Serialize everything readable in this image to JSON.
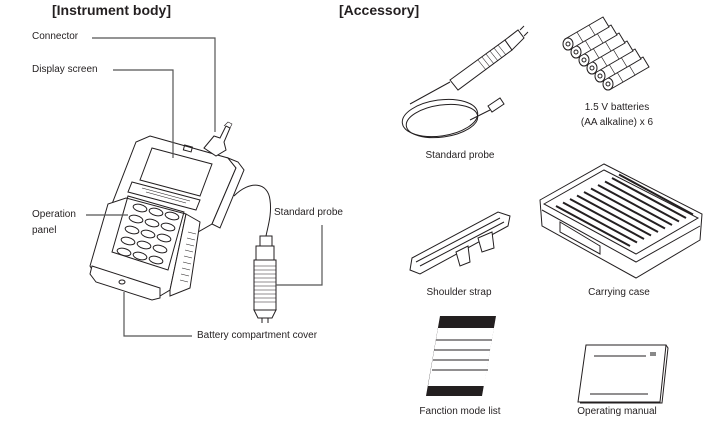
{
  "sections": {
    "instrument_body": {
      "heading": "[Instrument body]",
      "callouts": {
        "connector": "Connector",
        "display_screen": "Display screen",
        "operation_panel_line1": "Operation",
        "operation_panel_line2": "panel",
        "standard_probe": "Standard probe",
        "battery_cover": "Battery compartment cover"
      }
    },
    "accessory": {
      "heading": "[Accessory]",
      "items": [
        {
          "name": "standard-probe",
          "label": "Standard probe"
        },
        {
          "name": "batteries",
          "label_line1": "1.5 V batteries",
          "label_line2": "(AA alkaline) x 6"
        },
        {
          "name": "shoulder-strap",
          "label": "Shoulder strap"
        },
        {
          "name": "carrying-case",
          "label": "Carrying case"
        },
        {
          "name": "function-mode-list",
          "label": "Fanction mode list"
        },
        {
          "name": "operating-manual",
          "label": "Operating manual"
        }
      ]
    }
  }
}
